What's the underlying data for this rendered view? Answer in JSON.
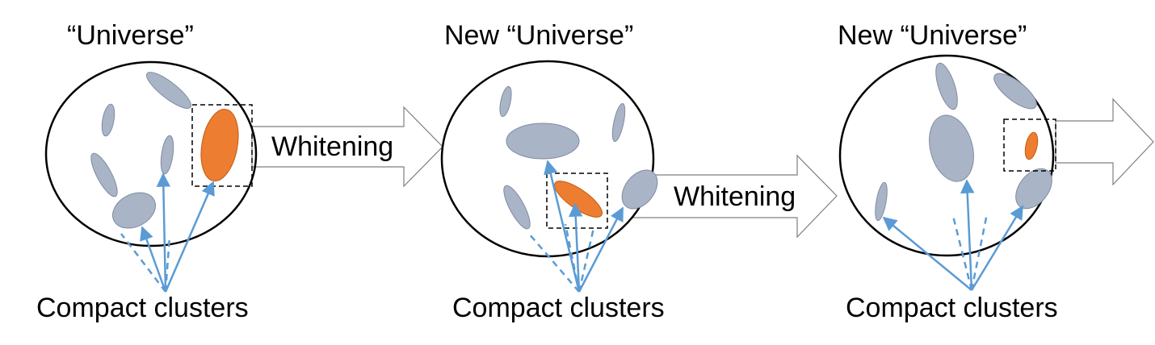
{
  "panels": [
    {
      "title": "“Universe”",
      "caption": "Compact clusters"
    },
    {
      "title": "New “Universe”",
      "caption": "Compact clusters"
    },
    {
      "title": "New “Universe”",
      "caption": "Compact clusters"
    }
  ],
  "arrows": [
    {
      "label": "Whitening"
    },
    {
      "label": "Whitening"
    },
    {
      "label": ""
    }
  ],
  "colors": {
    "cluster_fill": "#a9b4c6",
    "cluster_stroke": "#7f8ca3",
    "highlight_fill": "#ed7d31",
    "highlight_stroke": "#c55a11",
    "pointer_line": "#5b9bd5",
    "circle_stroke": "#000000",
    "arrow_stroke": "#7f7f7f"
  }
}
